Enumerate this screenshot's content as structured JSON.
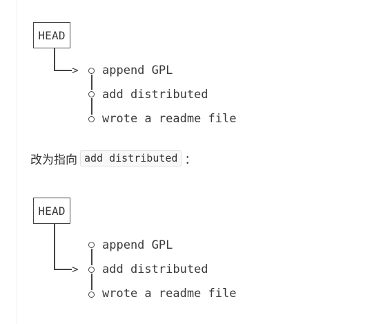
{
  "diagram_before": {
    "head_label": "HEAD",
    "arrow": ">",
    "commits": [
      "append GPL",
      "add distributed",
      "wrote a readme file"
    ]
  },
  "paragraph": {
    "prefix": "改为指向",
    "code": "add distributed",
    "suffix": "："
  },
  "diagram_after": {
    "head_label": "HEAD",
    "arrow": ">",
    "commits": [
      "append GPL",
      "add distributed",
      "wrote a readme file"
    ]
  }
}
